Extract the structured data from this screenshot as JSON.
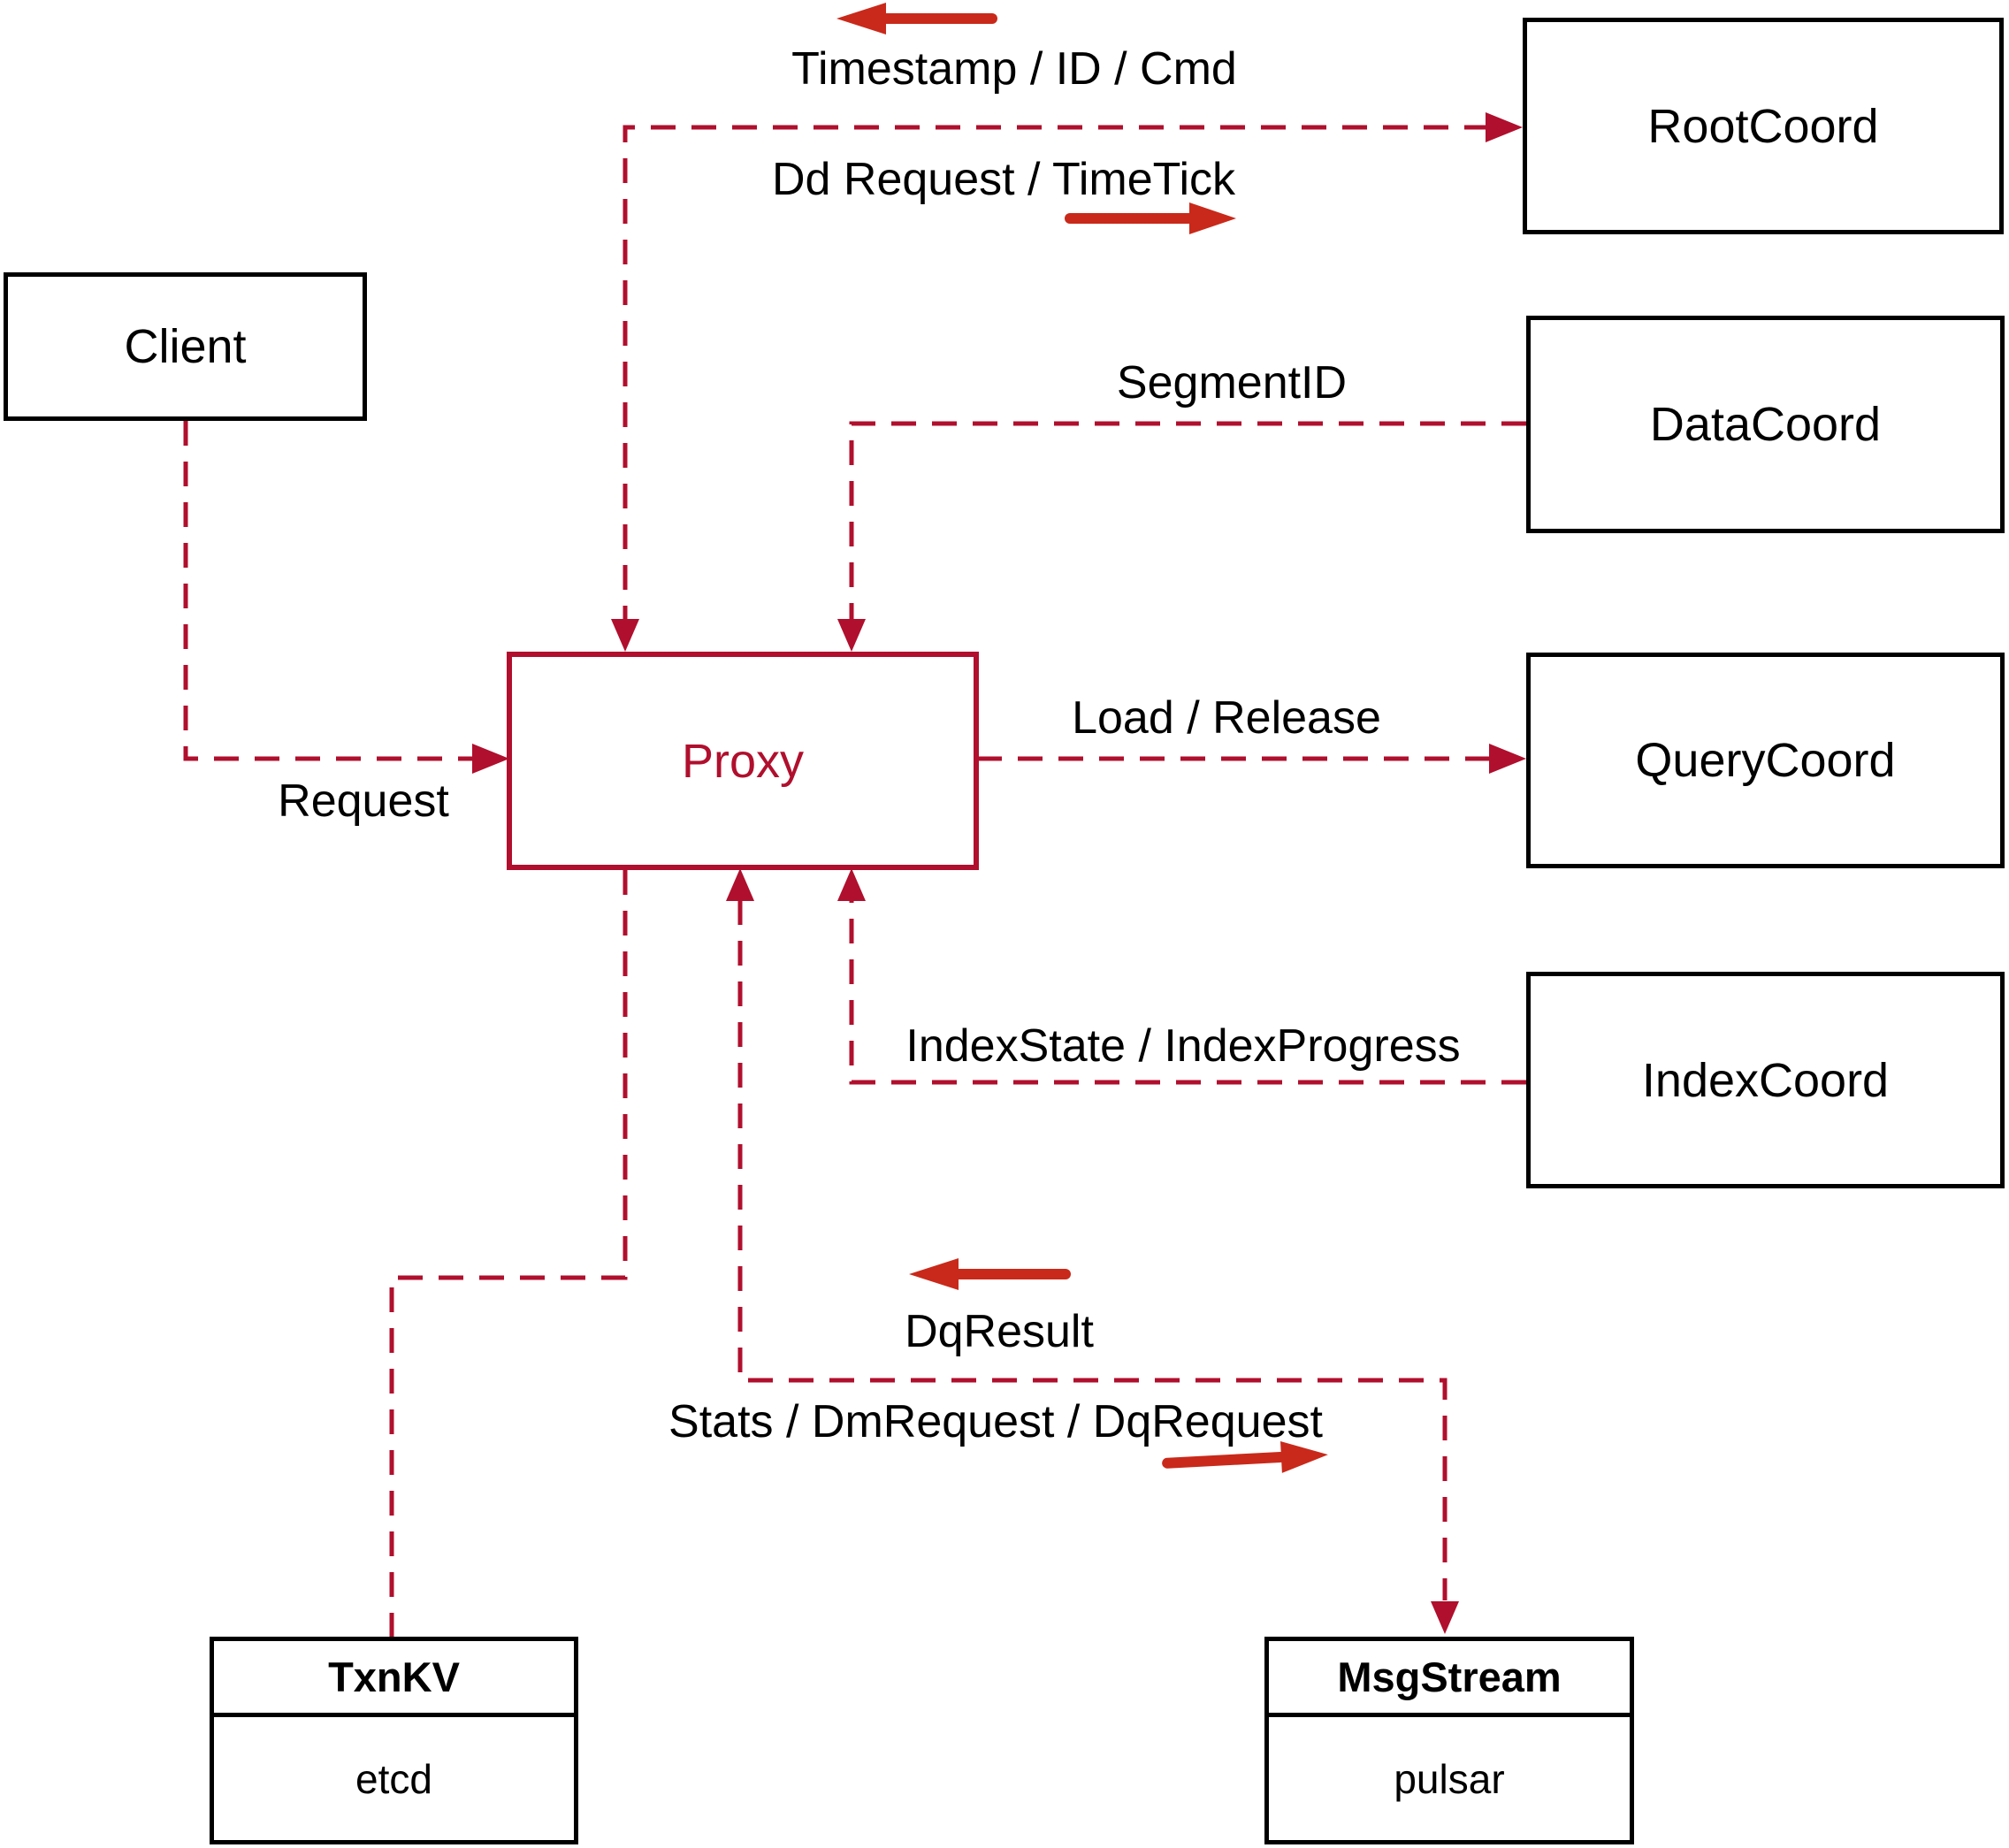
{
  "colors": {
    "line": "#b00f2d",
    "arrow": "#c9291a",
    "box_border": "#000000",
    "text": "#000000",
    "background": "#ffffff"
  },
  "nodes": {
    "client": {
      "label": "Client"
    },
    "root_coord": {
      "label": "RootCoord"
    },
    "data_coord": {
      "label": "DataCoord"
    },
    "query_coord": {
      "label": "QueryCoord"
    },
    "index_coord": {
      "label": "IndexCoord"
    },
    "proxy": {
      "label": "Proxy"
    },
    "txn_kv": {
      "title": "TxnKV",
      "impl": "etcd"
    },
    "msg_stream": {
      "title": "MsgStream",
      "impl": "pulsar"
    }
  },
  "edge_labels": {
    "timestamp_id_cmd": "Timestamp / ID / Cmd",
    "dd_request_timetick": "Dd Request / TimeTick",
    "segment_id": "SegmentID",
    "load_release": "Load / Release",
    "index_state_progress": "IndexState / IndexProgress",
    "request": "Request",
    "dq_result": "DqResult",
    "stats_dm_dq_request": "Stats / DmRequest / DqRequest"
  }
}
